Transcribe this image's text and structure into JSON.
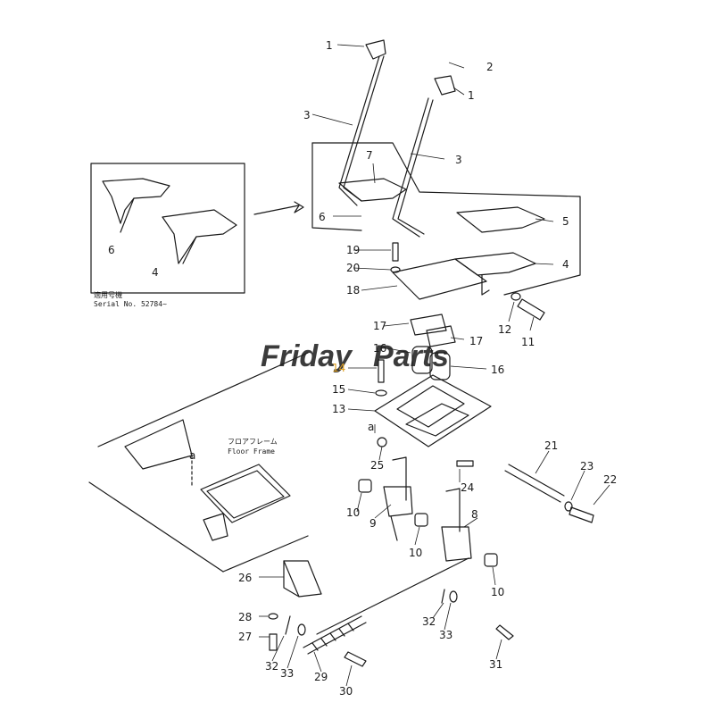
{
  "diagram": {
    "callouts": [
      "1",
      "2",
      "3",
      "4",
      "5",
      "6",
      "7",
      "8",
      "9",
      "10",
      "11",
      "12",
      "13",
      "14",
      "15",
      "16",
      "17",
      "18",
      "19",
      "20",
      "21",
      "22",
      "23",
      "24",
      "25",
      "26",
      "27",
      "28",
      "29",
      "30",
      "31",
      "32",
      "33"
    ],
    "inset_serial_jp": "適用号機",
    "inset_serial": "Serial No. 52784~",
    "floor_frame_jp": "フロアフレーム",
    "floor_frame": "Floor Frame",
    "ref_mark": "a"
  },
  "watermark": {
    "text_left": "Friday",
    "text_right": "Parts",
    "colors": {
      "left": "#4a6fc0",
      "right": "#8a9ad0"
    }
  },
  "colors": {
    "line": "#1a1a1a",
    "highlight": "#e0a020"
  }
}
